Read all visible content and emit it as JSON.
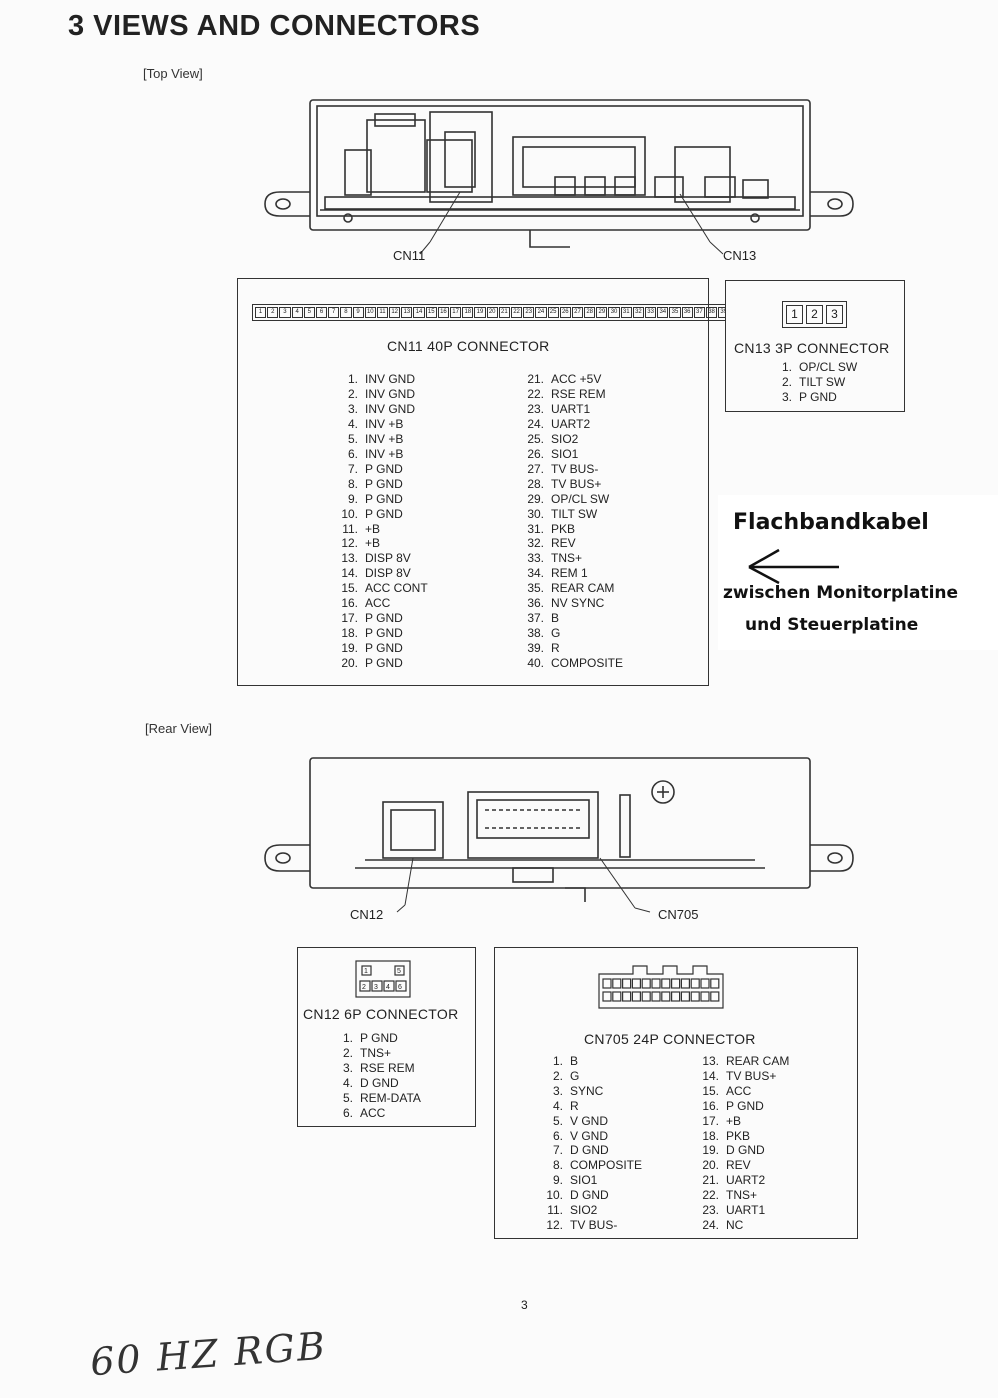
{
  "title": "3   VIEWS AND CONNECTORS",
  "top_view_label": "[Top View]",
  "rear_view_label": "[Rear View]",
  "callouts": {
    "cn11": "CN11",
    "cn13": "CN13",
    "cn12": "CN12",
    "cn705": "CN705"
  },
  "cn11": {
    "title": "CN11 40P  CONNECTOR",
    "pins_left": [
      [
        "1.",
        "INV GND"
      ],
      [
        "2.",
        "INV GND"
      ],
      [
        "3.",
        "INV GND"
      ],
      [
        "4.",
        "INV +B"
      ],
      [
        "5.",
        "INV +B"
      ],
      [
        "6.",
        "INV +B"
      ],
      [
        "7.",
        "P GND"
      ],
      [
        "8.",
        "P GND"
      ],
      [
        "9.",
        "P GND"
      ],
      [
        "10.",
        "P GND"
      ],
      [
        "11.",
        "+B"
      ],
      [
        "12.",
        "+B"
      ],
      [
        "13.",
        "DISP 8V"
      ],
      [
        "14.",
        "DISP 8V"
      ],
      [
        "15.",
        "ACC CONT"
      ],
      [
        "16.",
        "ACC"
      ],
      [
        "17.",
        "P GND"
      ],
      [
        "18.",
        "P GND"
      ],
      [
        "19.",
        "P GND"
      ],
      [
        "20.",
        "P GND"
      ]
    ],
    "pins_right": [
      [
        "21.",
        "ACC +5V"
      ],
      [
        "22.",
        "RSE REM"
      ],
      [
        "23.",
        "UART1"
      ],
      [
        "24.",
        "UART2"
      ],
      [
        "25.",
        "SIO2"
      ],
      [
        "26.",
        "SIO1"
      ],
      [
        "27.",
        "TV BUS-"
      ],
      [
        "28.",
        "TV BUS+"
      ],
      [
        "29.",
        "OP/CL SW"
      ],
      [
        "30.",
        "TILT SW"
      ],
      [
        "31.",
        "PKB"
      ],
      [
        "32.",
        "REV"
      ],
      [
        "33.",
        "TNS+"
      ],
      [
        "34.",
        "REM 1"
      ],
      [
        "35.",
        "REAR CAM"
      ],
      [
        "36.",
        "NV SYNC"
      ],
      [
        "37.",
        "B"
      ],
      [
        "38.",
        "G"
      ],
      [
        "39.",
        "R"
      ],
      [
        "40.",
        "COMPOSITE"
      ]
    ]
  },
  "cn13": {
    "title": "CN13  3P  CONNECTOR",
    "pins": [
      [
        "1.",
        "OP/CL SW"
      ],
      [
        "2.",
        "TILT SW"
      ],
      [
        "3.",
        "P GND"
      ]
    ]
  },
  "cn12": {
    "title": "CN12  6P  CONNECTOR",
    "pins": [
      [
        "1.",
        "P GND"
      ],
      [
        "2.",
        "TNS+"
      ],
      [
        "3.",
        "RSE REM"
      ],
      [
        "4.",
        "D GND"
      ],
      [
        "5.",
        "REM-DATA"
      ],
      [
        "6.",
        "ACC"
      ]
    ]
  },
  "cn705": {
    "title": "CN705  24P  CONNECTOR",
    "pins_left": [
      [
        "1.",
        "B"
      ],
      [
        "2.",
        "G"
      ],
      [
        "3.",
        "SYNC"
      ],
      [
        "4.",
        "R"
      ],
      [
        "5.",
        "V GND"
      ],
      [
        "6.",
        "V GND"
      ],
      [
        "7.",
        "D GND"
      ],
      [
        "8.",
        "COMPOSITE"
      ],
      [
        "9.",
        "SIO1"
      ],
      [
        "10.",
        "D GND"
      ],
      [
        "11.",
        "SIO2"
      ],
      [
        "12.",
        "TV BUS-"
      ]
    ],
    "pins_right": [
      [
        "13.",
        "REAR CAM"
      ],
      [
        "14.",
        "TV BUS+"
      ],
      [
        "15.",
        "ACC"
      ],
      [
        "16.",
        "P GND"
      ],
      [
        "17.",
        "+B"
      ],
      [
        "18.",
        "PKB"
      ],
      [
        "19.",
        "D GND"
      ],
      [
        "20.",
        "REV"
      ],
      [
        "21.",
        "UART2"
      ],
      [
        "22.",
        "TNS+"
      ],
      [
        "23.",
        "UART1"
      ],
      [
        "24.",
        "NC"
      ]
    ]
  },
  "note": {
    "title": "Flachbandkabel",
    "line1": "zwischen Monitorplatine",
    "line2": "und Steuerplatine"
  },
  "page_number": "3",
  "handwriting": "60 HZ  RGB"
}
